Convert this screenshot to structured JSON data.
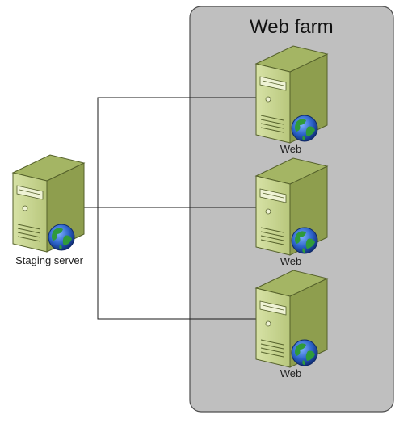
{
  "diagram": {
    "farm_title": "Web farm",
    "staging": {
      "label": "Staging server",
      "icon": "server-globe-icon"
    },
    "web_servers": [
      {
        "label": "Web",
        "icon": "server-globe-icon"
      },
      {
        "label": "Web",
        "icon": "server-globe-icon"
      },
      {
        "label": "Web",
        "icon": "server-globe-icon"
      }
    ],
    "colors": {
      "farm_fill": "#bfbfbf",
      "farm_border": "#4d4d4d",
      "server_front": "#c8d590",
      "server_side": "#8e9e4e",
      "server_top": "#a4b564",
      "connector": "#1a1a1a"
    }
  }
}
